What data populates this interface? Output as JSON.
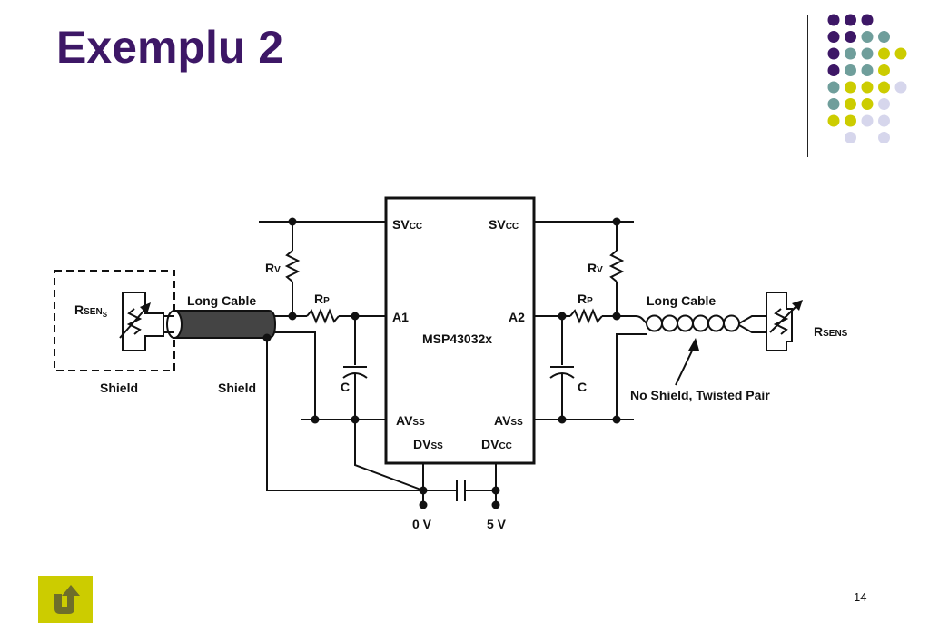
{
  "slide": {
    "title": "Exemplu 2",
    "page_number": "14"
  },
  "colors": {
    "title": "#3d1766",
    "dot_purple": "#3d1766",
    "dot_teal": "#6f9e9b",
    "dot_yellow": "#cccc00",
    "dot_lavender": "#d6d6ec",
    "back_button": "#cccc00",
    "back_arrow": "#6e6e2a"
  },
  "decor": {
    "dot_grid_rows": [
      [
        "purple",
        "purple",
        "purple",
        "none",
        "none"
      ],
      [
        "purple",
        "purple",
        "teal",
        "teal",
        "none"
      ],
      [
        "purple",
        "teal",
        "teal",
        "yellow",
        "yellow"
      ],
      [
        "purple",
        "teal",
        "teal",
        "yellow",
        "none"
      ],
      [
        "teal",
        "yellow",
        "yellow",
        "yellow",
        "lavender"
      ],
      [
        "teal",
        "yellow",
        "yellow",
        "lavender",
        "none"
      ],
      [
        "yellow",
        "yellow",
        "lavender",
        "lavender",
        "none"
      ],
      [
        "none",
        "lavender",
        "none",
        "lavender",
        "none"
      ]
    ]
  },
  "back_button": {
    "icon": "u-turn-arrow-icon"
  },
  "diagram": {
    "chip_name": "MSP43032x",
    "svcc_left": "SV",
    "svcc_left_sub": "CC",
    "svcc_right": "SV",
    "svcc_right_sub": "CC",
    "pin_a1": "A1",
    "pin_a2": "A2",
    "avss_left": "AV",
    "avss_left_sub": "SS",
    "avss_right": "AV",
    "avss_right_sub": "SS",
    "dvss": "DV",
    "dvss_sub": "SS",
    "dvcc": "DV",
    "dvcc_sub": "CC",
    "rv_left": "R",
    "rv_left_sub": "V",
    "rv_right": "R",
    "rv_right_sub": "V",
    "rp_left": "R",
    "rp_left_sub": "P",
    "rp_right": "R",
    "rp_right_sub": "P",
    "cap_left": "C",
    "cap_right": "C",
    "long_cable_left": "Long Cable",
    "long_cable_right": "Long Cable",
    "shield_box": "Shield",
    "shield_cable": "Shield",
    "twisted_note": "No Shield, Twisted Pair",
    "rsens_left": "R",
    "rsens_left_sub": "SEN",
    "rsens_left_sub2": "S",
    "rsens_right": "R",
    "rsens_right_sub": "SENS",
    "label_0v": "0 V",
    "label_5v": "5 V"
  }
}
